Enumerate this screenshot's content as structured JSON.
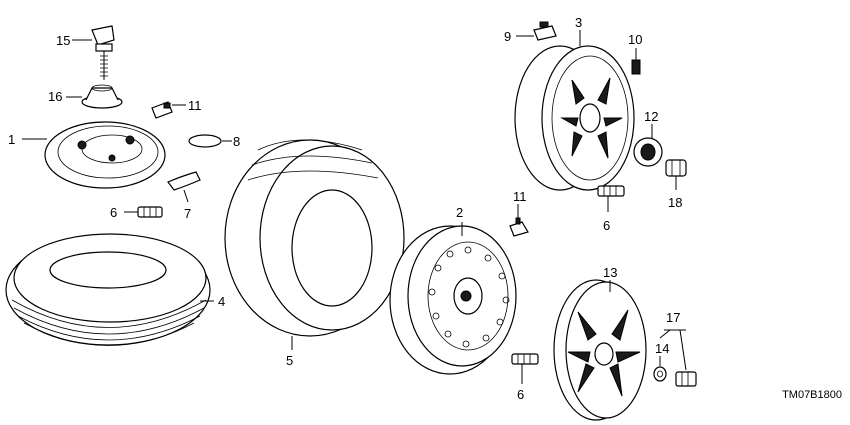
{
  "diagram_code": "TM07B1800",
  "callouts": {
    "c1": "1",
    "c2": "2",
    "c3": "3",
    "c4": "4",
    "c5": "5",
    "c6a": "6",
    "c6b": "6",
    "c6c": "6",
    "c7": "7",
    "c8": "8",
    "c9": "9",
    "c10": "10",
    "c11a": "11",
    "c11b": "11",
    "c12": "12",
    "c13": "13",
    "c14": "14",
    "c15": "15",
    "c16": "16",
    "c17": "17",
    "c18": "18"
  }
}
